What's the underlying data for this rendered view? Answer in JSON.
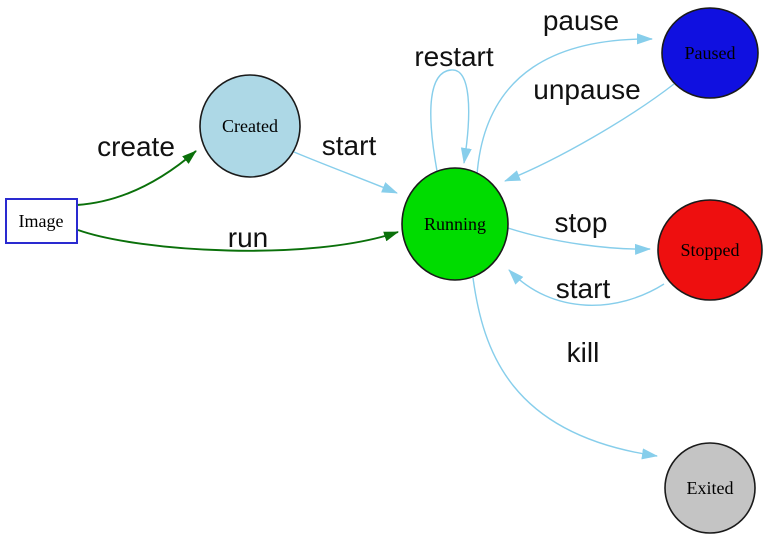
{
  "diagram": {
    "title": "container-state-diagram",
    "colors": {
      "background": "#ffffff",
      "transition_edge": "#87ceeb",
      "action_edge": "#0a700a",
      "node_border": "#1a1a1a",
      "image_border": "#2a2ad0",
      "label_color": "#111111"
    },
    "nodes": {
      "image": {
        "label": "Image",
        "fill": "#ffffff",
        "shape": "rect"
      },
      "created": {
        "label": "Created",
        "fill": "#add8e6",
        "shape": "ellipse"
      },
      "running": {
        "label": "Running",
        "fill": "#00dc00",
        "shape": "ellipse"
      },
      "paused": {
        "label": "Paused",
        "fill": "#1010e0",
        "shape": "ellipse"
      },
      "stopped": {
        "label": "Stopped",
        "fill": "#ee0f0f",
        "shape": "ellipse"
      },
      "exited": {
        "label": "Exited",
        "fill": "#c4c4c4",
        "shape": "ellipse"
      }
    },
    "edges": {
      "create": {
        "label": "create",
        "from": "Image",
        "to": "Created"
      },
      "run": {
        "label": "run",
        "from": "Image",
        "to": "Running"
      },
      "start_created": {
        "label": "start",
        "from": "Created",
        "to": "Running"
      },
      "restart": {
        "label": "restart",
        "from": "Running",
        "to": "Running"
      },
      "pause": {
        "label": "pause",
        "from": "Running",
        "to": "Paused"
      },
      "unpause": {
        "label": "unpause",
        "from": "Paused",
        "to": "Running"
      },
      "stop": {
        "label": "stop",
        "from": "Running",
        "to": "Stopped"
      },
      "start_stopped": {
        "label": "start",
        "from": "Stopped",
        "to": "Running"
      },
      "kill": {
        "label": "kill",
        "from": "Running",
        "to": "Exited"
      }
    }
  }
}
